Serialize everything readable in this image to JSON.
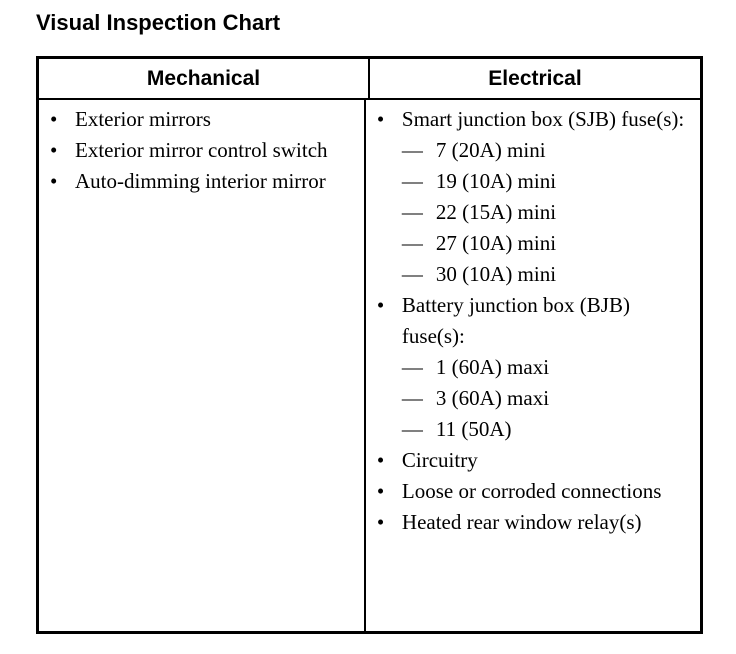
{
  "title": "Visual Inspection Chart",
  "table": {
    "columns": [
      {
        "header": "Mechanical"
      },
      {
        "header": "Electrical"
      }
    ],
    "bullet_glyph": "•",
    "dash_glyph": "—",
    "mechanical_items": [
      {
        "text": "Exterior mirrors"
      },
      {
        "text": "Exterior mirror control switch"
      },
      {
        "text": "Auto-dimming interior mirror"
      }
    ],
    "electrical_items": [
      {
        "text": "Smart junction box (SJB) fuse(s):",
        "subitems": [
          {
            "text": "7 (20A) mini"
          },
          {
            "text": "19 (10A) mini"
          },
          {
            "text": "22 (15A) mini"
          },
          {
            "text": "27 (10A) mini"
          },
          {
            "text": "30 (10A) mini"
          }
        ]
      },
      {
        "text": "Battery junction box (BJB) fuse(s):",
        "subitems": [
          {
            "text": "1 (60A) maxi"
          },
          {
            "text": "3 (60A) maxi"
          },
          {
            "text": "11 (50A)"
          }
        ]
      },
      {
        "text": "Circuitry",
        "subitems": []
      },
      {
        "text": "Loose or corroded connections",
        "subitems": []
      },
      {
        "text": "Heated rear window relay(s)",
        "subitems": []
      }
    ]
  },
  "colors": {
    "background": "#ffffff",
    "text": "#000000",
    "border": "#000000"
  }
}
